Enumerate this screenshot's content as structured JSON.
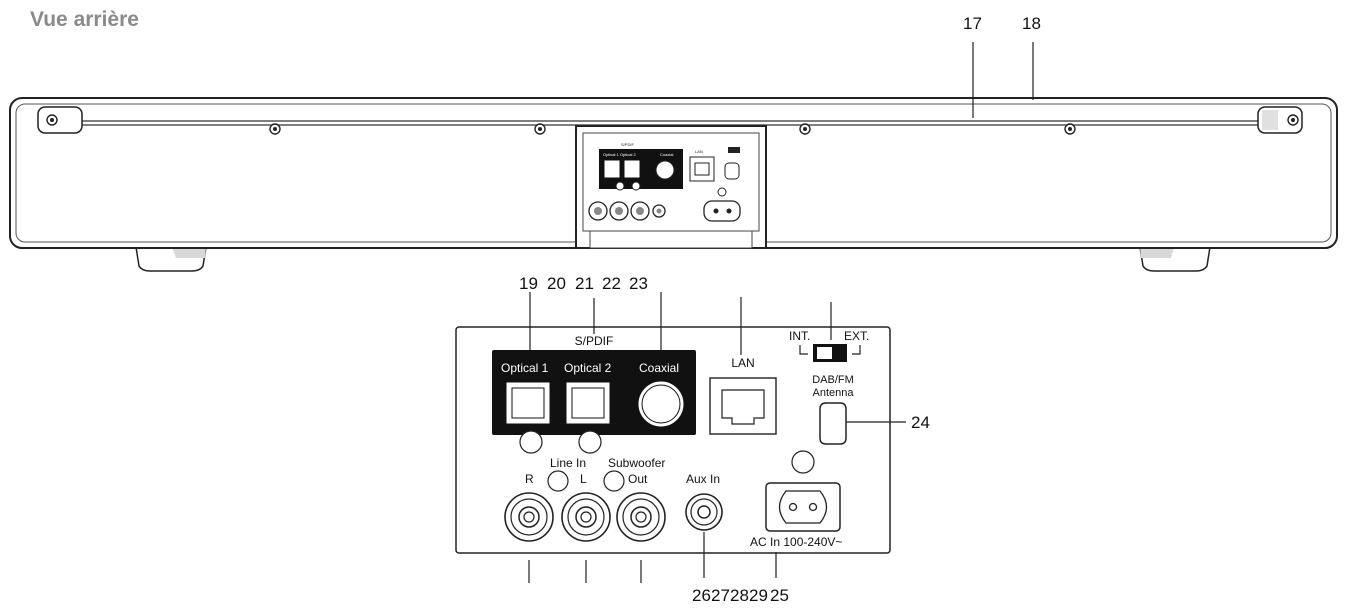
{
  "page_title": "Vue arrière",
  "callouts": {
    "c17": "17",
    "c18": "18",
    "c19": "19",
    "c20": "20",
    "c21": "21",
    "c22": "22",
    "c23": "23",
    "c24": "24",
    "c25": "25",
    "c26": "26",
    "c27": "27",
    "c28": "28",
    "c29": "29"
  },
  "panel": {
    "spdif": "S/PDIF",
    "optical1": "Optical 1",
    "optical2": "Optical 2",
    "coaxial": "Coaxial",
    "lan": "LAN",
    "int": "INT.",
    "ext": "EXT.",
    "antenna_line1": "DAB/FM",
    "antenna_line2": "Antenna",
    "line_in": "Line In",
    "r": "R",
    "l": "L",
    "subwoofer": "Subwoofer",
    "out": "Out",
    "aux_in": "Aux In",
    "ac_in": "AC In  100-240V~"
  }
}
